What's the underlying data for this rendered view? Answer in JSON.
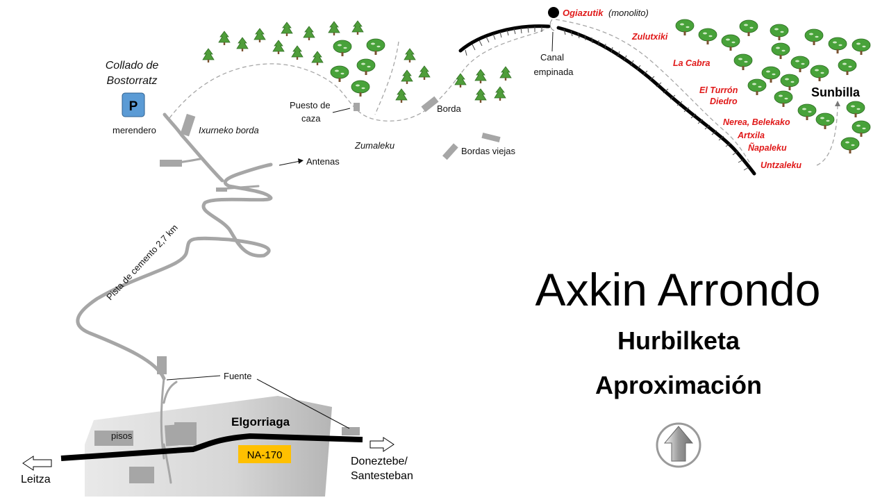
{
  "title": "Axkin Arrondo",
  "subtitle_eu": "Hurbilketa",
  "subtitle_es": "Aproximación",
  "parking": {
    "symbol": "P",
    "pass": "Collado de",
    "pass2": "Bostorratz",
    "caption": "merendero"
  },
  "places": {
    "ixurneko": "Ixurneko borda",
    "antenas": "Antenas",
    "puesto1": "Puesto de",
    "puesto2": "caza",
    "zumaleku": "Zumaleku",
    "borda": "Borda",
    "bordas_viejas": "Bordas viejas",
    "canal1": "Canal",
    "canal2": "empinada",
    "summit": "Ogiazutik",
    "summit_note": "(monolito)",
    "sunbilla": "Sunbilla",
    "pista": "Pista de cemento 2,7 km",
    "fuente": "Fuente",
    "town": "Elgorriaga",
    "pisos": "pisos",
    "road_code": "NA-170",
    "leitza": "Leitza",
    "dest1": "Doneztebe/",
    "dest2": "Santesteban"
  },
  "sectors": [
    "Zulutxiki",
    "La Cabra",
    "El Turrón",
    "Diedro",
    "Nerea, Belekako",
    "Artxila",
    "Ñapaleku",
    "Untzaleku"
  ],
  "colors": {
    "sector_red": "#e01818",
    "road_code_bg": "#ffc000",
    "parking_bg": "#5b9bd5"
  }
}
